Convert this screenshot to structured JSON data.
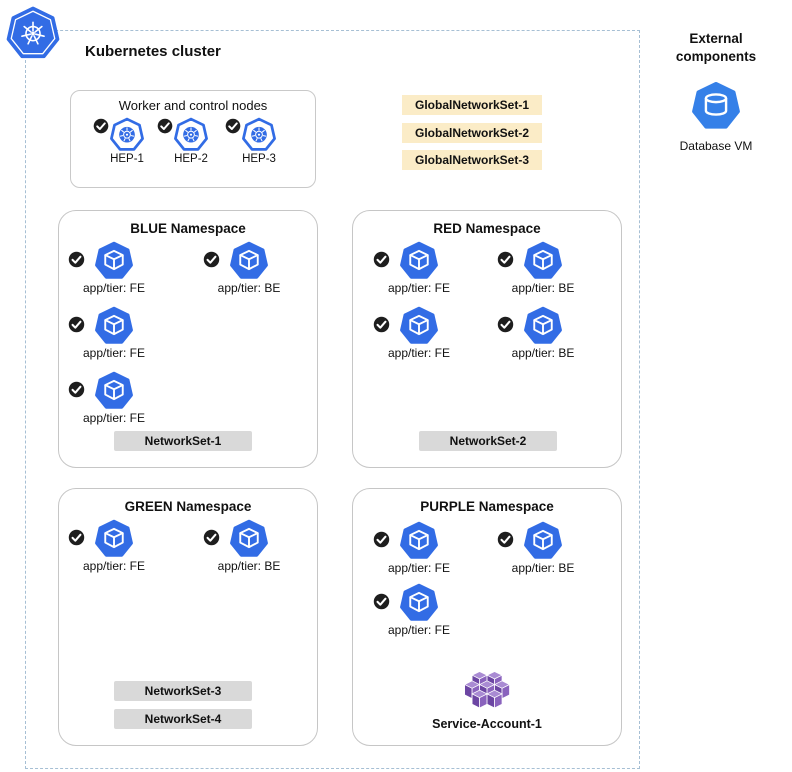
{
  "colors": {
    "kubernetes_blue": "#326CE5",
    "database_blue": "#3580E8",
    "check_badge_black": "#1E1E1E",
    "global_network_set_bg": "#FBECC7",
    "network_set_bg": "#D9D9D9",
    "service_account_purple": "#6C46A3",
    "cluster_border_dash": "#A6BFD4",
    "box_border_gray": "#C9C9C9"
  },
  "icons": {
    "kubernetes_logo": "kubernetes-helm-wheel-heptagon",
    "node": "kubernetes-node-wheel",
    "pod": "kubernetes-pod-cube-heptagon",
    "check": "black-circle-white-check",
    "database_vm": "blue-heptagon-database-cylinder",
    "service_account": "purple-cubes-cluster"
  },
  "cluster": {
    "title": "Kubernetes cluster"
  },
  "nodes_box": {
    "title": "Worker and control nodes",
    "nodes": [
      {
        "label": "HEP-1"
      },
      {
        "label": "HEP-2"
      },
      {
        "label": "HEP-3"
      }
    ]
  },
  "global_network_sets": [
    {
      "label": "GlobalNetworkSet-1"
    },
    {
      "label": "GlobalNetworkSet-2"
    },
    {
      "label": "GlobalNetworkSet-3"
    }
  ],
  "namespaces": [
    {
      "title": "BLUE Namespace",
      "pods": [
        {
          "label": "app/tier: FE"
        },
        {
          "label": "app/tier: BE"
        },
        {
          "label": "app/tier: FE"
        },
        {
          "label": "app/tier: FE"
        }
      ],
      "network_sets": [
        {
          "label": "NetworkSet-1"
        }
      ]
    },
    {
      "title": "RED Namespace",
      "pods": [
        {
          "label": "app/tier: FE"
        },
        {
          "label": "app/tier: BE"
        },
        {
          "label": "app/tier: FE"
        },
        {
          "label": "app/tier: BE"
        }
      ],
      "network_sets": [
        {
          "label": "NetworkSet-2"
        }
      ]
    },
    {
      "title": "GREEN Namespace",
      "pods": [
        {
          "label": "app/tier: FE"
        },
        {
          "label": "app/tier: BE"
        }
      ],
      "network_sets": [
        {
          "label": "NetworkSet-3"
        },
        {
          "label": "NetworkSet-4"
        }
      ]
    },
    {
      "title": "PURPLE Namespace",
      "pods": [
        {
          "label": "app/tier: FE"
        },
        {
          "label": "app/tier: BE"
        },
        {
          "label": "app/tier: FE"
        }
      ],
      "network_sets": [],
      "service_account": {
        "label": "Service-Account-1"
      }
    }
  ],
  "external": {
    "title": "External components",
    "items": [
      {
        "label": "Database VM"
      }
    ]
  }
}
